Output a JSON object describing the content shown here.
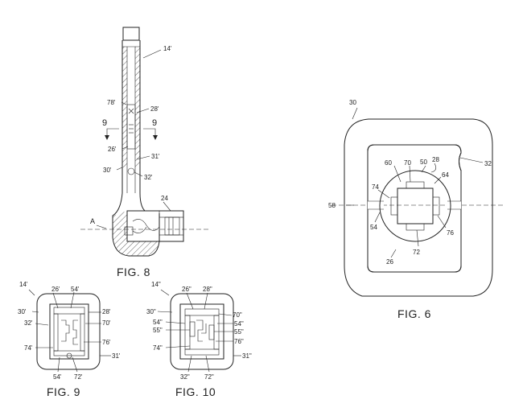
{
  "figures": {
    "fig8": {
      "caption": "FIG. 8",
      "labels": [
        "14'",
        "78'",
        "28'",
        "9",
        "9",
        "26'",
        "31'",
        "30'",
        "32'",
        "24",
        "A"
      ]
    },
    "fig9": {
      "caption": "FIG. 9",
      "labels": [
        "14'",
        "26'",
        "54'",
        "30'",
        "28'",
        "32'",
        "70'",
        "74'",
        "76'",
        "31'",
        "54'",
        "72'"
      ]
    },
    "fig10": {
      "caption": "FIG. 10",
      "labels": [
        "14\"",
        "26\"",
        "28\"",
        "30\"",
        "70\"",
        "54\"",
        "54\"",
        "55\"",
        "55\"",
        "74\"",
        "76\"",
        "31\"",
        "32\"",
        "72\""
      ]
    },
    "fig6": {
      "caption": "FIG. 6",
      "labels": [
        "30",
        "28",
        "32",
        "60",
        "70",
        "50",
        "64",
        "74",
        "58",
        "54",
        "76",
        "72",
        "26"
      ]
    }
  }
}
